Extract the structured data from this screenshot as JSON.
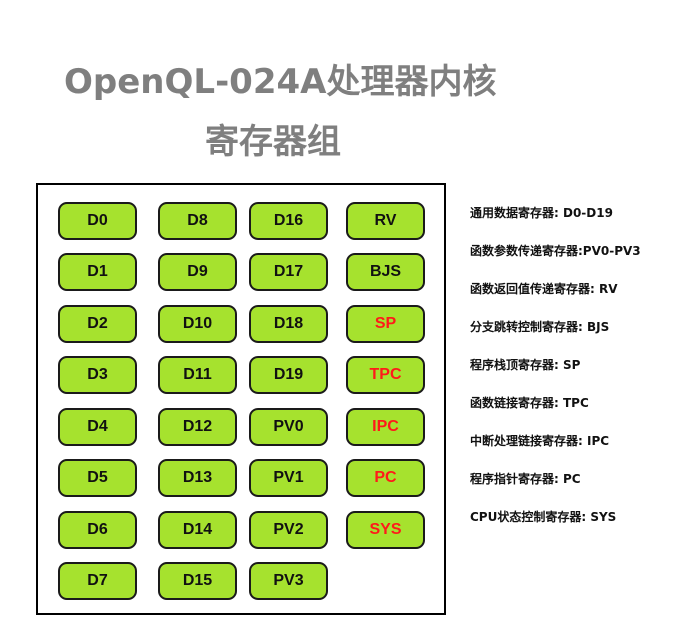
{
  "title": {
    "line1": "OpenQL-024A处理器内核",
    "line2": "寄存器组"
  },
  "colors": {
    "title": "#7f7f7f",
    "register_fill": "#a6e22e",
    "register_border": "#1a1a1a",
    "special_text": "#ff1a1a"
  },
  "registers": {
    "col1": [
      "D0",
      "D1",
      "D2",
      "D3",
      "D4",
      "D5",
      "D6",
      "D7"
    ],
    "col2": [
      "D8",
      "D9",
      "D10",
      "D11",
      "D12",
      "D13",
      "D14",
      "D15"
    ],
    "col3": [
      "D16",
      "D17",
      "D18",
      "D19",
      "PV0",
      "PV1",
      "PV2",
      "PV3"
    ],
    "col4": [
      "RV",
      "BJS",
      "SP",
      "TPC",
      "IPC",
      "PC",
      "SYS"
    ]
  },
  "notes": [
    "通用数据寄存器: D0-D19",
    "函数参数传递寄存器:PV0-PV3",
    "函数返回值传递寄存器: RV",
    "分支跳转控制寄存器: BJS",
    "程序栈顶寄存器: SP",
    "函数链接寄存器: TPC",
    "中断处理链接寄存器: IPC",
    "程序指针寄存器: PC",
    "CPU状态控制寄存器: SYS"
  ]
}
